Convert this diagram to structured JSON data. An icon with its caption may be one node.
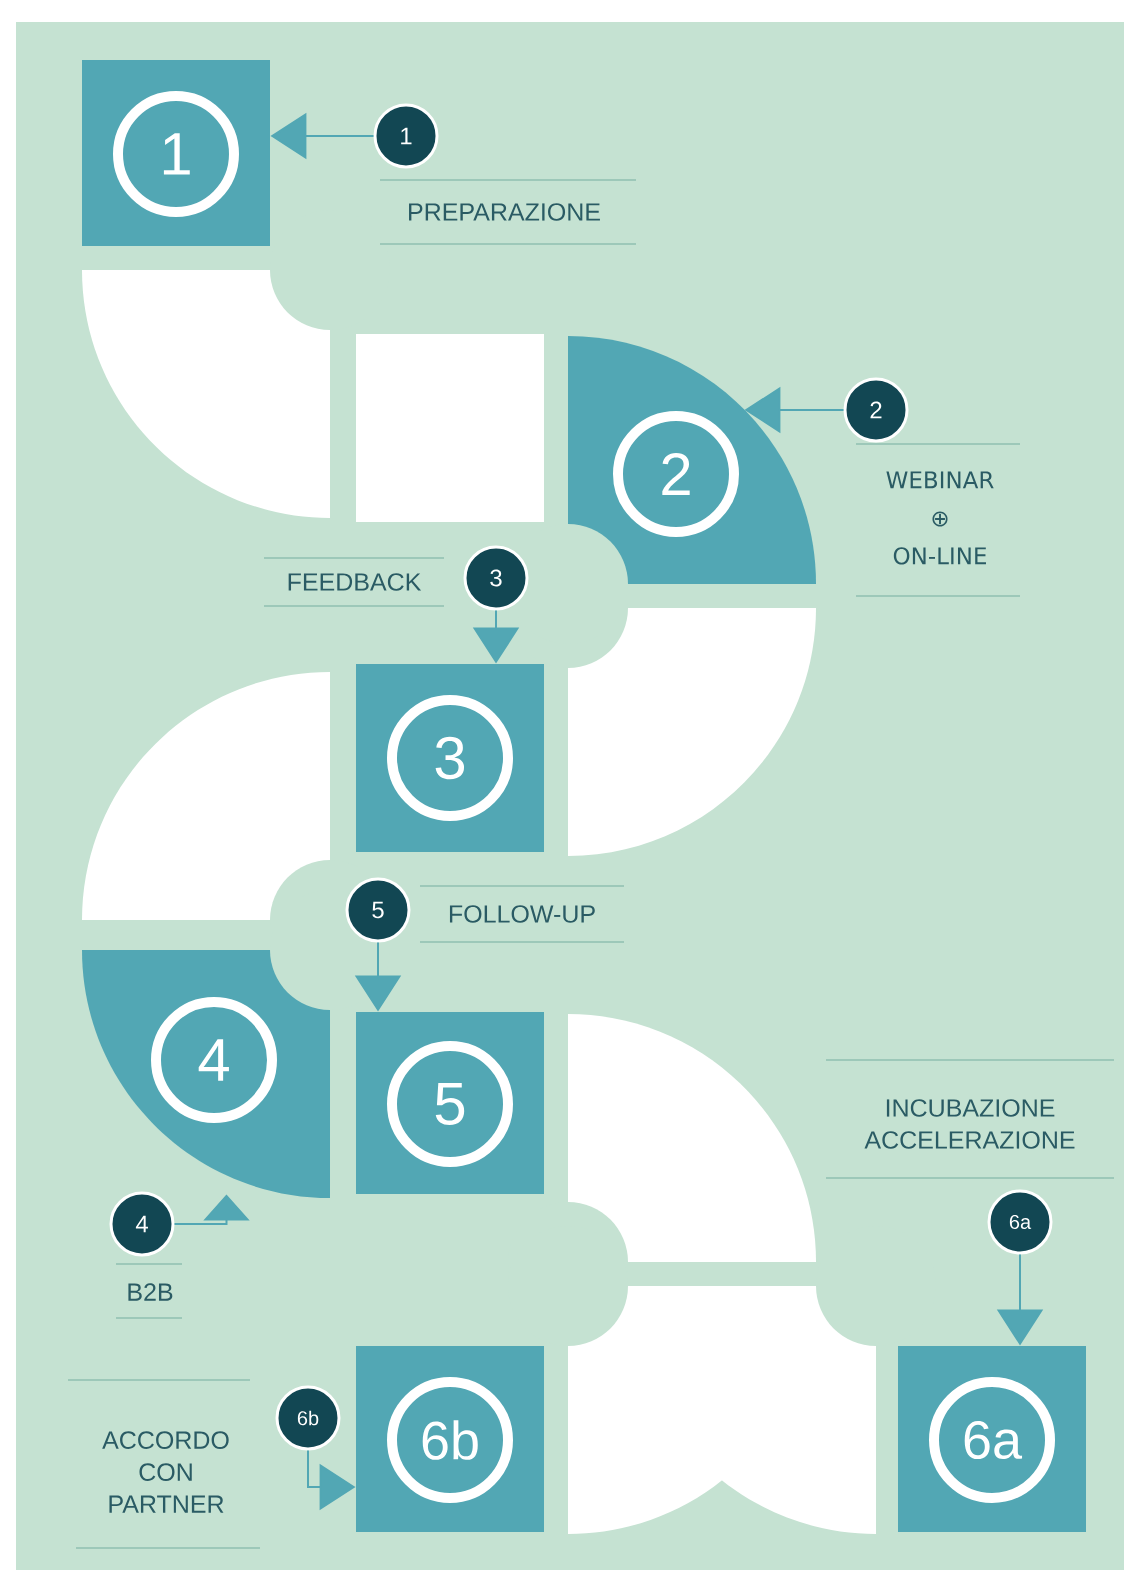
{
  "diagram": {
    "nodes": [
      {
        "text": [
          "1"
        ]
      },
      {
        "text": [
          "2"
        ]
      },
      {
        "text": [
          "3"
        ]
      },
      {
        "text": [
          "4"
        ]
      },
      {
        "text": [
          "5"
        ]
      },
      {
        "text": [
          "6b"
        ]
      },
      {
        "text": [
          "6a"
        ]
      },
      {
        "text": [
          "1",
          "PREPARAZIONE"
        ]
      },
      {
        "text": [
          "2",
          "WEBINAR ⊕ ON-LINE"
        ]
      },
      {
        "text": [
          "FEEDBACK",
          "3"
        ]
      },
      {
        "text": [
          "5",
          "FOLLOW-UP"
        ]
      },
      {
        "text": [
          "4",
          "B2B"
        ]
      },
      {
        "text": [
          "6b",
          "ACCORDO CON PARTNER"
        ]
      },
      {
        "text": [
          "INCUBAZIONE ACCELERAZIONE",
          "6a"
        ]
      },
      {
        "text": [],
        "shape": "box"
      }
    ],
    "edges": [
      {
        "from": 7,
        "to": 0,
        "arrow": "to"
      },
      {
        "from": 8,
        "to": 1,
        "arrow": "to"
      },
      {
        "from": 9,
        "to": 2,
        "arrow": "to"
      },
      {
        "from": 10,
        "to": 4,
        "arrow": "to"
      },
      {
        "from": 11,
        "to": 3,
        "arrow": "to"
      },
      {
        "from": 12,
        "to": 5,
        "arrow": "to"
      },
      {
        "from": 13,
        "to": 6,
        "arrow": "to"
      }
    ]
  }
}
